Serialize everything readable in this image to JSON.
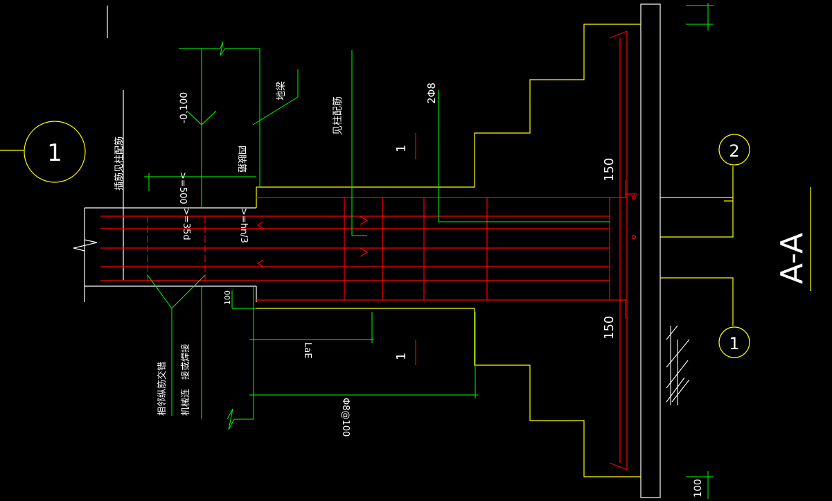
{
  "drawing": {
    "section_title": "A-A",
    "detail_marker": "1",
    "axis_markers": [
      "2",
      "1"
    ],
    "level_mark": "-0.100",
    "labels": {
      "ground_beam": "地梁",
      "see_column_rebar": "见柱配筋",
      "dowel_see_column_rebar": "插筋见柱配筋",
      "anchor_min_500": ">=500",
      "anchor_min_35d": ">=35d",
      "hn_over_3": ">=hn/3",
      "thickening": "四肢箍",
      "stirrup_2phi8": "2Φ8",
      "stirrup_phi8_100": "Φ8@100",
      "lap_length": "LaE",
      "dim_100": "100",
      "dim_150_top": "150",
      "dim_150_bottom": "150",
      "dim_100_bottom": "100",
      "section_cut_upper": "1",
      "section_cut_lower": "1",
      "lap_note_a": "相邻纵筋交错",
      "lap_note_b": "机械连",
      "lap_note_c": "接或焊接"
    },
    "colors": {
      "background": "#000000",
      "outline": "#FFFF00",
      "rebar": "#FF0000",
      "dimension": "#00FF00",
      "text": "#FFFFFF",
      "hatch": "#FFFFFF"
    }
  }
}
